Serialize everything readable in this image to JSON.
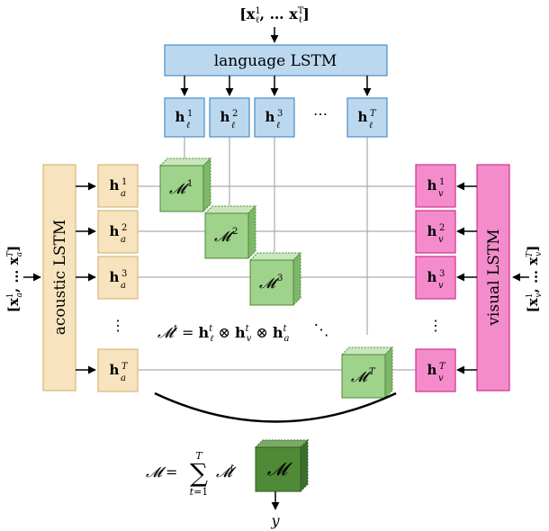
{
  "diagram": {
    "language_input": "[x_ℓ¹, … x_ℓᵀ]",
    "language_lstm": "language LSTM",
    "acoustic_input": "[x_a¹, … x_aᵀ]",
    "acoustic_lstm": "acoustic LSTM",
    "visual_input": "[x_v¹, … x_vᵀ]",
    "visual_lstm": "visual LSTM",
    "lang_states": [
      {
        "base": "h",
        "sub": "ℓ",
        "sup": "1"
      },
      {
        "base": "h",
        "sub": "ℓ",
        "sup": "2"
      },
      {
        "base": "h",
        "sub": "ℓ",
        "sup": "3"
      },
      {
        "base": "h",
        "sub": "ℓ",
        "sup": "T"
      }
    ],
    "lang_ellipsis": "⋯",
    "acoustic_states": [
      {
        "base": "h",
        "sub": "a",
        "sup": "1"
      },
      {
        "base": "h",
        "sub": "a",
        "sup": "2"
      },
      {
        "base": "h",
        "sub": "a",
        "sup": "3"
      },
      {
        "base": "h",
        "sub": "a",
        "sup": "T"
      }
    ],
    "acoustic_ellipsis": "⋮",
    "visual_states": [
      {
        "base": "h",
        "sub": "v",
        "sup": "1"
      },
      {
        "base": "h",
        "sub": "v",
        "sup": "2"
      },
      {
        "base": "h",
        "sub": "v",
        "sup": "3"
      },
      {
        "base": "h",
        "sub": "v",
        "sup": "T"
      }
    ],
    "visual_ellipsis": "⋮",
    "tensors": [
      {
        "base": "𝓜",
        "sup": "1"
      },
      {
        "base": "𝓜",
        "sup": "2"
      },
      {
        "base": "𝓜",
        "sup": "3"
      },
      {
        "base": "𝓜",
        "sup": "T"
      }
    ],
    "diag_ellipsis": "⋱",
    "fusion_equation": "𝓜ᵗ = h_ℓᵗ ⊗ h_vᵗ ⊗ h_aᵗ",
    "sum_equation": "𝓜 = Σ_{t=1}^{T} 𝓜ᵗ",
    "final_tensor": "𝓜",
    "output": "y"
  },
  "colors": {
    "language_fill": "#bcd8ef",
    "language_stroke": "#4a8ec8",
    "acoustic_fill": "#f7e3bd",
    "acoustic_stroke": "#d8b878",
    "visual_fill": "#f48ccb",
    "visual_stroke": "#d0308f",
    "tensor_fill": "#9fd28a",
    "tensor_stroke": "#4c8a38",
    "final_tensor_fill": "#4f8a37",
    "line": "#9a9a9a"
  }
}
